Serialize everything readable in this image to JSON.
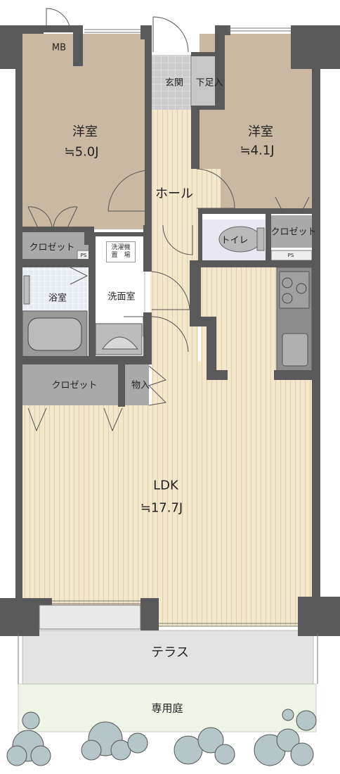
{
  "rooms": {
    "mb": "MB",
    "western_room_left": {
      "name": "洋室",
      "size": "≒5.0J"
    },
    "western_room_right": {
      "name": "洋室",
      "size": "≒4.1J"
    },
    "entrance": "玄関",
    "shoe_storage": "下足入",
    "hall": "ホール",
    "closet_left": "クロゼット",
    "closet_right": "クロゼット",
    "closet_lower": "クロゼット",
    "ps_left": "PS",
    "ps_right": "PS",
    "toilet": "トイレ",
    "bathroom": "浴室",
    "washroom": "洗面室",
    "washing_machine_line1": "洗濯機",
    "washing_machine_line2": "置　場",
    "storage": "物入",
    "ldk": {
      "name": "LDK",
      "size": "≒17.7J"
    },
    "terrace": "テラス",
    "private_garden": "専用庭"
  },
  "colors": {
    "wall": "#595959",
    "western_room": "#cbb8a2",
    "wood_floor": "#f2e6cc",
    "tile": "#cfd4dc",
    "closet": "#a9a9a9",
    "terrace": "#e3e3e3",
    "garden": "#eef5e6",
    "tree": "#b5c6c8"
  }
}
